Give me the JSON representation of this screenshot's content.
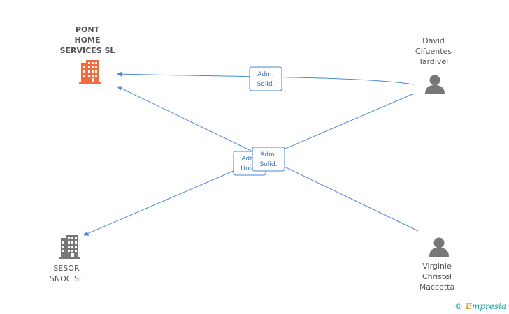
{
  "nodes": {
    "pont": {
      "label_lines": [
        "PONT",
        "HOME",
        "SERVICES SL"
      ],
      "kind": "company",
      "color": "#f26a3d"
    },
    "sesor": {
      "label_lines": [
        "SESOR",
        "SNOC SL"
      ],
      "kind": "company",
      "color": "#777777"
    },
    "david": {
      "label_lines": [
        "David",
        "Cifuentes",
        "Tardivel"
      ],
      "kind": "person",
      "color": "#777777"
    },
    "virginie": {
      "label_lines": [
        "Virginie",
        "Christel",
        "Maccotta"
      ],
      "kind": "person",
      "color": "#777777"
    }
  },
  "edges": [
    {
      "from": "david",
      "to": "pont",
      "label_lines": [
        "Adm.",
        "Solid."
      ]
    },
    {
      "from": "david",
      "to": "sesor",
      "label_lines": [
        "Adm.",
        "Unico"
      ]
    },
    {
      "from": "virginie",
      "to": "pont",
      "label_lines": [
        "Adm.",
        "Solid."
      ]
    }
  ],
  "footer": {
    "copyright": "©",
    "brand_first": "E",
    "brand_rest": "mpresia"
  },
  "colors": {
    "edge": "#4a86d4",
    "label_border": "#4a86d4",
    "label_text": "#2e6fbf"
  }
}
